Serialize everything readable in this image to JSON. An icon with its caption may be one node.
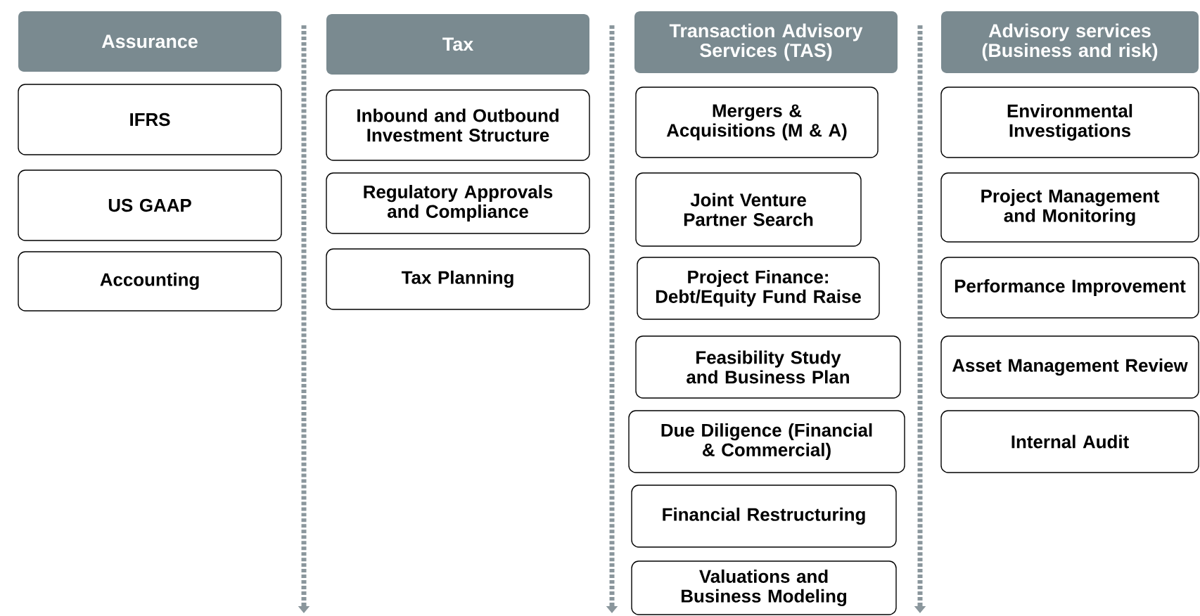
{
  "diagram": {
    "nodes": [
      {
        "text": [
          "Assurance"
        ]
      },
      {
        "text": [
          "IFRS"
        ]
      },
      {
        "text": [
          "US GAAP"
        ]
      },
      {
        "text": [
          "Accounting"
        ]
      },
      {
        "text": [
          "Tax"
        ]
      },
      {
        "text": [
          "Inbound and Outbound Investment Structure"
        ]
      },
      {
        "text": [
          "Regulatory Approvals and Compliance"
        ]
      },
      {
        "text": [
          "Tax Planning"
        ]
      },
      {
        "text": [
          "Transaction Advisory Services (TAS)"
        ]
      },
      {
        "text": [
          "Mergers & Acquisitions (M & A)"
        ]
      },
      {
        "text": [
          "Joint Venture Partner Search"
        ]
      },
      {
        "text": [
          "Project Finance: Debt/Equity Fund Raise"
        ]
      },
      {
        "text": [
          "Feasibility Study and Business Plan"
        ]
      },
      {
        "text": [
          "Due Diligence (Financial & Commercial)"
        ]
      },
      {
        "text": [
          "Financial Restructuring"
        ]
      },
      {
        "text": [
          "Valuations and Business Modeling"
        ]
      },
      {
        "text": [
          "Advisory services (Business and risk)"
        ]
      },
      {
        "text": [
          "Environmental Investigations"
        ]
      },
      {
        "text": [
          "Project Management and Monitoring"
        ]
      },
      {
        "text": [
          "Performance Improvement"
        ]
      },
      {
        "text": [
          "Asset Management Review"
        ]
      },
      {
        "text": [
          "Internal Audit"
        ]
      }
    ]
  }
}
